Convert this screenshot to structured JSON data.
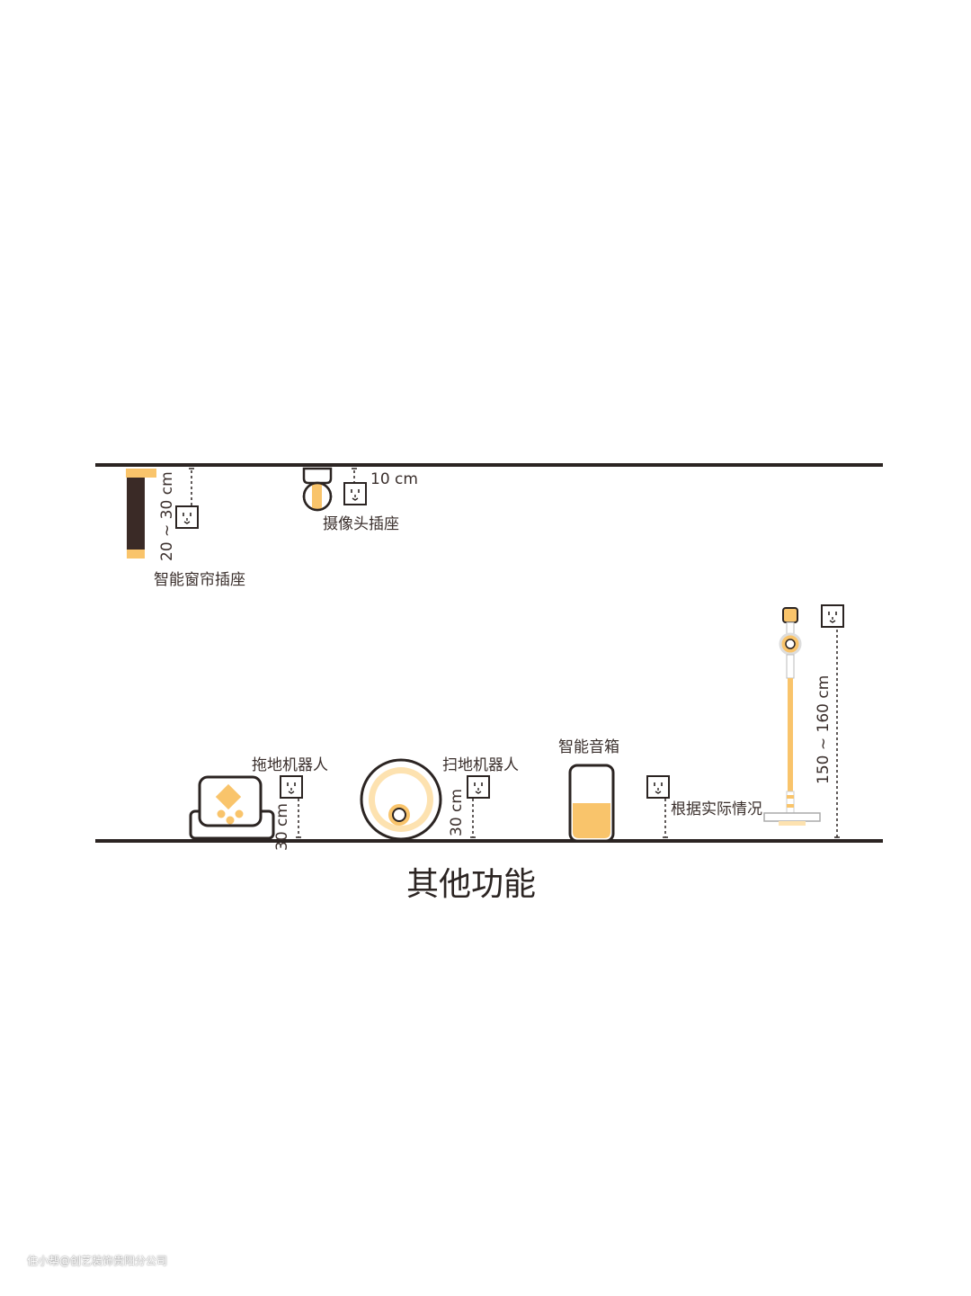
{
  "title": "其他功能",
  "labels": {
    "curtain": "智能窗帘插座",
    "camera": "摄像头插座",
    "camera_dim": "10 cm",
    "curtain_dim": "20 ~ 30 cm",
    "mop_robot": "拖地机器人",
    "mop_dim": "30 cm",
    "sweep_robot": "扫地机器人",
    "sweep_dim": "30 cm",
    "speaker": "智能音箱",
    "speaker_note": "根据实际情况",
    "vacuum_dim": "150 ~ 160 cm"
  },
  "watermark": "住小帮@创艺装饰贵阳分公司",
  "colors": {
    "line": "#2b2422",
    "accent": "#f9c46b",
    "accent_light": "#fde2b0",
    "dark": "#3a2a26"
  },
  "icons": [
    "socket-icon",
    "curtain-icon",
    "camera-icon",
    "mop-robot-icon",
    "sweep-robot-icon",
    "speaker-icon",
    "stick-vacuum-icon"
  ]
}
